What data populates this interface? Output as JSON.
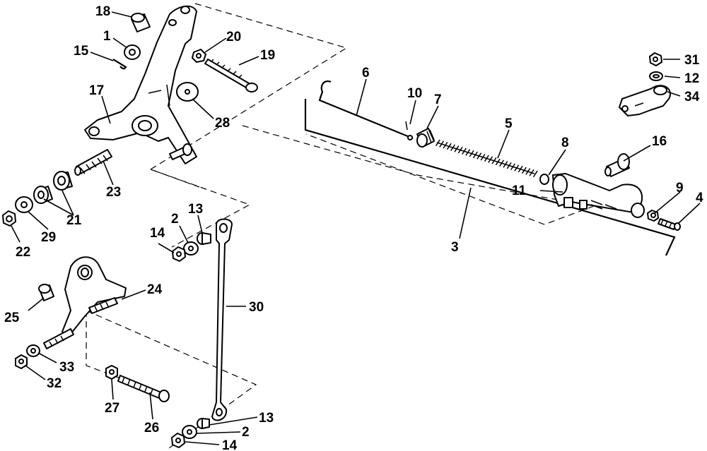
{
  "callouts": [
    {
      "id": "c1",
      "label": "1"
    },
    {
      "id": "c2a",
      "label": "2"
    },
    {
      "id": "c2b",
      "label": "2"
    },
    {
      "id": "c3",
      "label": "3"
    },
    {
      "id": "c4",
      "label": "4"
    },
    {
      "id": "c5",
      "label": "5"
    },
    {
      "id": "c6",
      "label": "6"
    },
    {
      "id": "c7",
      "label": "7"
    },
    {
      "id": "c8",
      "label": "8"
    },
    {
      "id": "c9",
      "label": "9"
    },
    {
      "id": "c10",
      "label": "10"
    },
    {
      "id": "c11",
      "label": "11"
    },
    {
      "id": "c12",
      "label": "12"
    },
    {
      "id": "c13a",
      "label": "13"
    },
    {
      "id": "c13b",
      "label": "13"
    },
    {
      "id": "c14a",
      "label": "14"
    },
    {
      "id": "c14b",
      "label": "14"
    },
    {
      "id": "c15",
      "label": "15"
    },
    {
      "id": "c16",
      "label": "16"
    },
    {
      "id": "c17",
      "label": "17"
    },
    {
      "id": "c18",
      "label": "18"
    },
    {
      "id": "c19",
      "label": "19"
    },
    {
      "id": "c20",
      "label": "20"
    },
    {
      "id": "c21",
      "label": "21"
    },
    {
      "id": "c22",
      "label": "22"
    },
    {
      "id": "c23",
      "label": "23"
    },
    {
      "id": "c24",
      "label": "24"
    },
    {
      "id": "c25",
      "label": "25"
    },
    {
      "id": "c26",
      "label": "26"
    },
    {
      "id": "c27",
      "label": "27"
    },
    {
      "id": "c28",
      "label": "28"
    },
    {
      "id": "c29",
      "label": "29"
    },
    {
      "id": "c30",
      "label": "30"
    },
    {
      "id": "c31",
      "label": "31"
    },
    {
      "id": "c32",
      "label": "32"
    },
    {
      "id": "c33",
      "label": "33"
    },
    {
      "id": "c34",
      "label": "34"
    }
  ]
}
